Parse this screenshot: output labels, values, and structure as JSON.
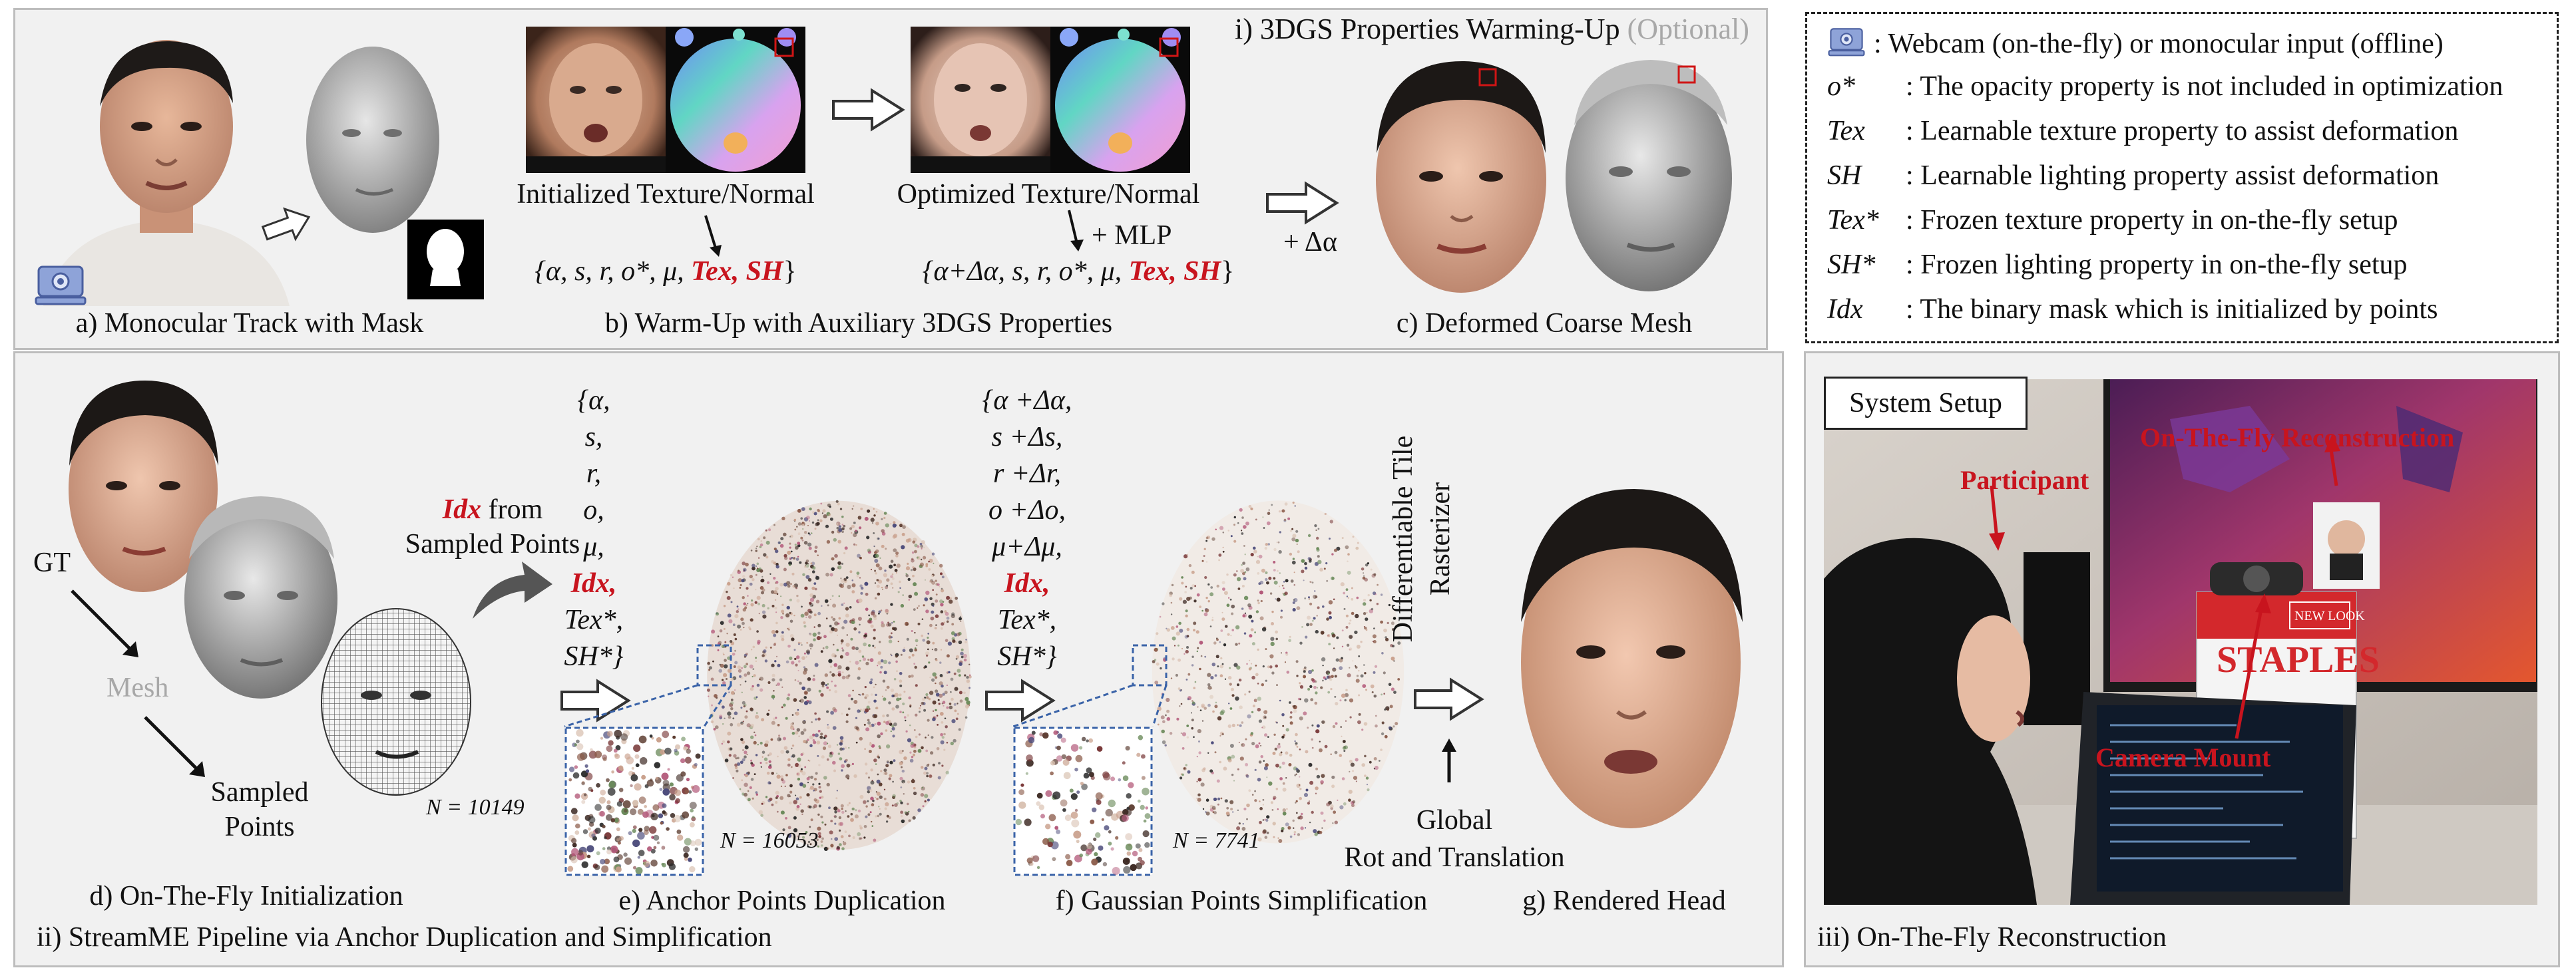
{
  "section_titles": {
    "i": "i) 3DGS Properties Warming-Up",
    "i_optional": "(Optional)",
    "ii": "ii) StreamME Pipeline via Anchor Duplication and Simplification",
    "iii": "iii) On-The-Fly Reconstruction"
  },
  "captions": {
    "a": "a) Monocular Track with Mask",
    "b": "b) Warm-Up with Auxiliary 3DGS Properties",
    "c": "c) Deformed Coarse Mesh",
    "d": "d) On-The-Fly Initialization",
    "e": "e) Anchor Points Duplication",
    "f": "f) Gaussian Points Simplification",
    "g": "g) Rendered Head"
  },
  "warmup": {
    "init_label": "Initialized Texture/Normal",
    "opt_label": "Optimized Texture/Normal",
    "mlp_label": "+ MLP",
    "delta_label": "+ Δα",
    "init_props_plain": "{α, s, r, o*, μ, ",
    "opt_props_plain": "{α+Δα, s, r, o*, μ, ",
    "props_red": "Tex, SH",
    "props_close": "}"
  },
  "pipeline": {
    "gt_label": "GT",
    "mesh_label": "Mesh",
    "sampled_label_1": "Sampled",
    "sampled_label_2": "Points",
    "idx_red": "Idx",
    "idx_from": " from",
    "idx_line2": "Sampled Points",
    "n_init": "N = 10149",
    "n_dup": "N = 16053",
    "n_simp": "N = 7741",
    "anchor_props": [
      "{α,",
      "s,",
      "r,",
      "o,",
      "μ,",
      "Idx,",
      "Tex*,",
      "SH*}"
    ],
    "gauss_props": [
      "{α +Δα,",
      "s +Δs,",
      "r +Δr,",
      "o +Δo,",
      "μ+Δμ,",
      "Idx,",
      "Tex*,",
      "SH*}"
    ],
    "rasterizer_1": "Differentiable Tile",
    "rasterizer_2": "Rasterizer",
    "global_1": "Global",
    "global_2": "Rot and Translation"
  },
  "legend": {
    "items": [
      {
        "sym": "",
        "text": ": Webcam (on-the-fly) or monocular input (offline)"
      },
      {
        "sym": "o*",
        "text": ": The opacity property  is not included in optimization"
      },
      {
        "sym": "Tex",
        "text": ": Learnable texture property to assist deformation"
      },
      {
        "sym": "SH",
        "text": ": Learnable lighting property assist deformation"
      },
      {
        "sym": "Tex*",
        "text": ": Frozen texture property in on-the-fly setup"
      },
      {
        "sym": "SH*",
        "text": ": Frozen lighting property in on-the-fly setup"
      },
      {
        "sym": "Idx",
        "text": ": The binary mask which is initialized by points"
      }
    ]
  },
  "photo": {
    "system_setup": "System Setup",
    "on_the_fly": "On-The-Fly Reconstruction",
    "participant": "Participant",
    "camera_mount": "Camera Mount",
    "box_brand": "STAPLES",
    "box_sub": "NEW LOOK"
  },
  "colors": {
    "accent_red": "#c8141e",
    "panel_bg": "#f1f1f1",
    "zoom_box": "#3a63a8"
  }
}
